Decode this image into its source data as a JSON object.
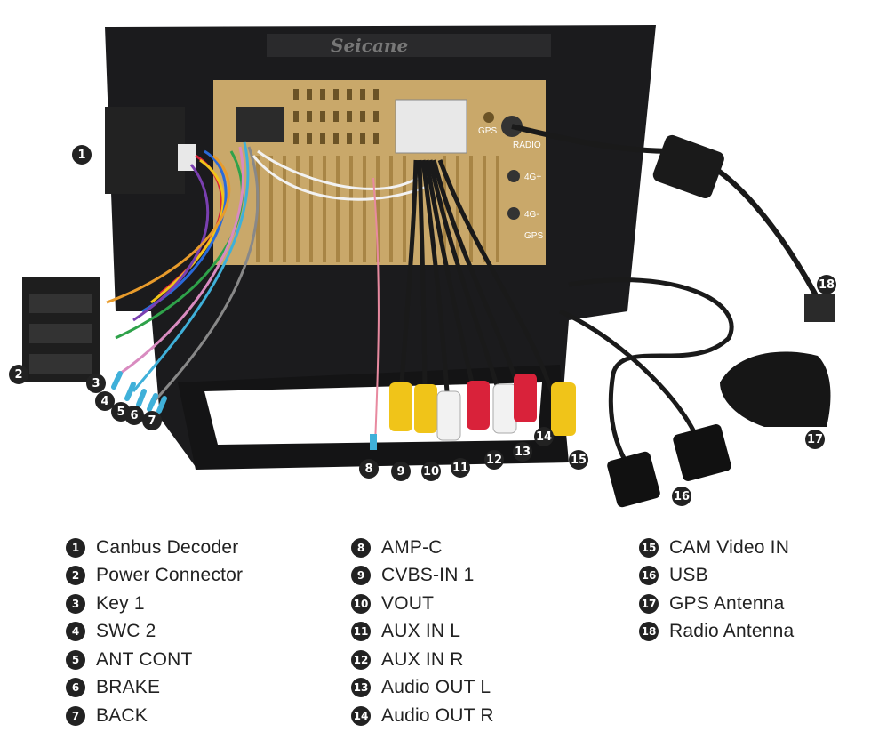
{
  "photo": {
    "brand_watermark": "Seicane",
    "port_labels": {
      "gps": "GPS",
      "radio": "RADIO",
      "4g_plus": "4G+",
      "4g_minus": "4G-",
      "gps2": "GPS"
    },
    "colors": {
      "bezel": "#1b1b1d",
      "chassis": "#c9a86a",
      "cable_red": "#d9223a",
      "cable_yellow": "#f0c419",
      "cable_white": "#f2f2f2"
    }
  },
  "callouts": [
    "1",
    "2",
    "3",
    "4",
    "5",
    "6",
    "7",
    "8",
    "9",
    "10",
    "11",
    "12",
    "13",
    "14",
    "15",
    "16",
    "17",
    "18"
  ],
  "legend": {
    "columns": [
      [
        {
          "num": "1",
          "label": "Canbus Decoder"
        },
        {
          "num": "2",
          "label": "Power Connector"
        },
        {
          "num": "3",
          "label": "Key 1"
        },
        {
          "num": "4",
          "label": "SWC 2"
        },
        {
          "num": "5",
          "label": "ANT CONT"
        },
        {
          "num": "6",
          "label": "BRAKE"
        },
        {
          "num": "7",
          "label": "BACK"
        }
      ],
      [
        {
          "num": "8",
          "label": "AMP-C"
        },
        {
          "num": "9",
          "label": "CVBS-IN 1"
        },
        {
          "num": "10",
          "label": "VOUT"
        },
        {
          "num": "11",
          "label": "AUX IN L"
        },
        {
          "num": "12",
          "label": "AUX IN R"
        },
        {
          "num": "13",
          "label": "Audio OUT L"
        },
        {
          "num": "14",
          "label": "Audio OUT R"
        }
      ],
      [
        {
          "num": "15",
          "label": "CAM Video IN"
        },
        {
          "num": "16",
          "label": "USB"
        },
        {
          "num": "17",
          "label": "GPS Antenna"
        },
        {
          "num": "18",
          "label": "Radio Antenna"
        }
      ]
    ]
  }
}
